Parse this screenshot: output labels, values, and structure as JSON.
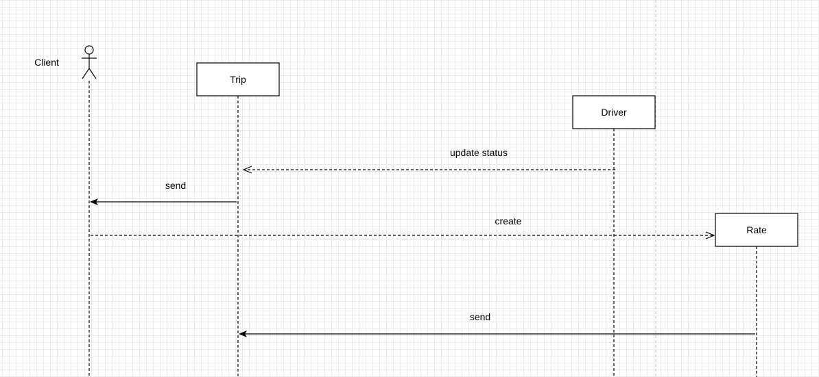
{
  "colors": {
    "stroke": "#000000",
    "box_fill": "#ffffff",
    "grid": "#ebebeb",
    "page_boundary": "#c0c0c0"
  },
  "actor": {
    "label": "Client",
    "icon": "stick-figure-actor-icon"
  },
  "participants": {
    "trip": "Trip",
    "driver": "Driver",
    "rate": "Rate"
  },
  "messages": {
    "update_status": "update status",
    "send_trip_to_client": "send",
    "create_rate": "create",
    "send_rate_to_trip": "send"
  }
}
